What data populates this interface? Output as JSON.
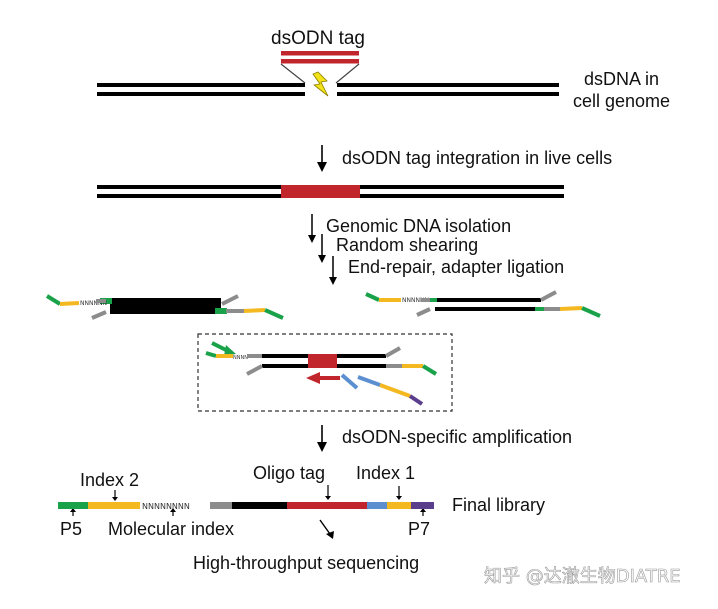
{
  "labels": {
    "tag_top": "dsODN tag",
    "genome_line1": "dsDNA in",
    "genome_line2": "cell genome",
    "step1": "dsODN tag integration in live cells",
    "step2": "Genomic DNA isolation",
    "step3": "Random shearing",
    "step4": "End-repair, adapter ligation",
    "step5": "dsODN-specific amplification",
    "index2": "Index 2",
    "oligo_tag": "Oligo tag",
    "index1": "Index 1",
    "final_library": "Final library",
    "p5": "P5",
    "p7": "P7",
    "molecular_index": "Molecular index",
    "umi_seq": "NNNNNNNN",
    "sequencing": "High-throughput sequencing",
    "watermark": "知乎 @达澈生物DIATRE"
  },
  "colors": {
    "dna": "#000000",
    "tag_red": "#c0262c",
    "adapter_yellow": "#f4b820",
    "p5_green": "#1aa24a",
    "adapter_gray": "#8c8c8c",
    "index_blue": "#5b8fd0",
    "p7_purple": "#5a3e8c",
    "lightning": "#f2e21a"
  }
}
